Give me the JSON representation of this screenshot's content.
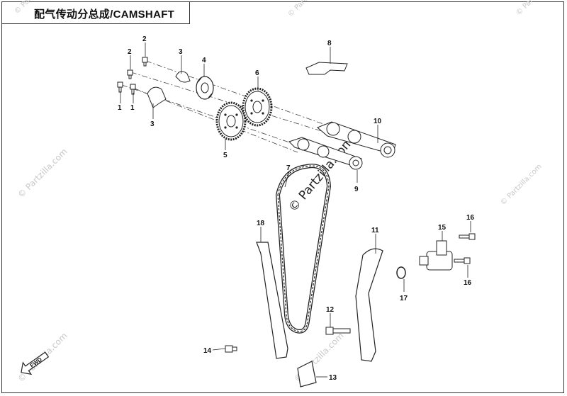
{
  "title": "配气传动分总成/CAMSHAFT",
  "watermarks": {
    "center": "© Partzilla.com",
    "small": "© Partzilla.com"
  },
  "fwd_label": "FWD",
  "callouts": {
    "c1a": "1",
    "c1b": "1",
    "c2a": "2",
    "c2b": "2",
    "c3a": "3",
    "c3b": "3",
    "c4": "4",
    "c5": "5",
    "c6": "6",
    "c7": "7",
    "c8": "8",
    "c9": "9",
    "c10": "10",
    "c11": "11",
    "c12": "12",
    "c13": "13",
    "c14": "14",
    "c15": "15",
    "c16a": "16",
    "c16b": "16",
    "c17": "17",
    "c18": "18"
  },
  "colors": {
    "line": "#222222",
    "watermark": "#c8c8c8"
  }
}
